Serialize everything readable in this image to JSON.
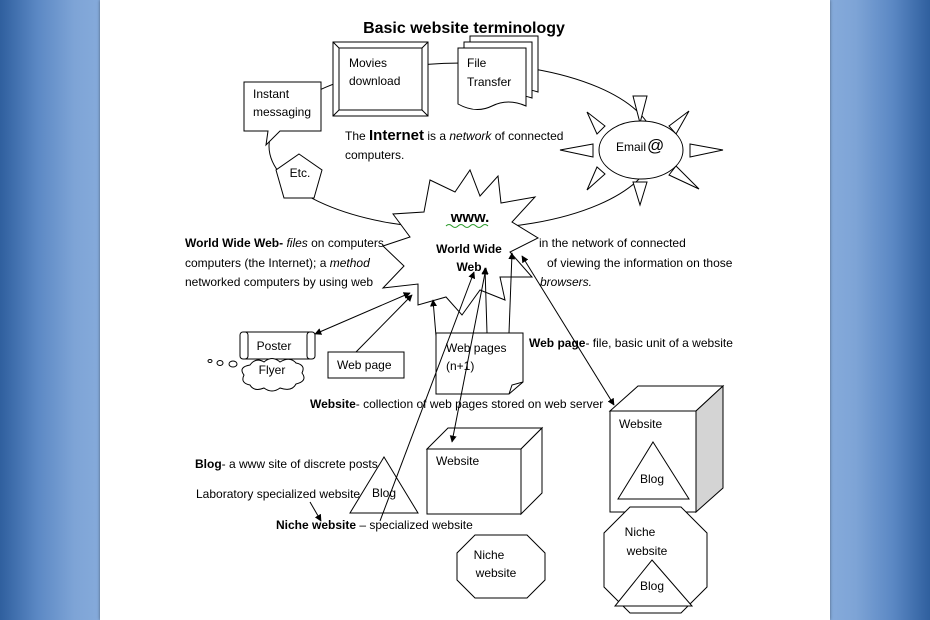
{
  "title": "Basic website terminology",
  "internet": {
    "text_a": "The ",
    "text_b": "Internet",
    "text_c": " is a ",
    "text_d": "network",
    "text_e": " of connected",
    "line2": "computers."
  },
  "nodes": {
    "movies_1": "Movies",
    "movies_2": "download",
    "file_1": "File",
    "file_2": "Transfer",
    "im_1": "Instant",
    "im_2": "messaging",
    "email": "Email",
    "email_at": "@",
    "etc": "Etc.",
    "www": "www.",
    "www_1": "World Wide",
    "www_2": "Web",
    "poster": "Poster",
    "flyer": "Flyer",
    "webpage": "Web page",
    "webpages_1": "Web pages",
    "webpages_2": "(n+1)",
    "website_mid": "Website",
    "website_right": "Website",
    "blog_left": "Blog",
    "blog_right": "Blog",
    "niche_mid_1": "Niche",
    "niche_mid_2": "website",
    "niche_right_1": "Niche",
    "niche_right_2": "website",
    "niche_blog": "Blog"
  },
  "definitions": {
    "www_def_1a": "World Wide Web-",
    "www_def_1b": " files",
    "www_def_1c": " on computers",
    "www_def_1d": "in the network of connected",
    "www_def_2a": "computers (the Internet); a",
    "www_def_2b": " method",
    "www_def_2c": "of viewing the information on those",
    "www_def_3a": "networked computers by using web",
    "www_def_3b": "browsers.",
    "webpage_def_a": "Web page",
    "webpage_def_b": "- file, basic unit of a website",
    "website_def_a": "Website",
    "website_def_b": "- collection of web pages stored on web server",
    "blog_def_a": "Blog",
    "blog_def_b": "- a www site of discrete posts",
    "lab_def": "Laboratory specialized website",
    "niche_def_a": "Niche website",
    "niche_def_b": " – specialized website"
  }
}
